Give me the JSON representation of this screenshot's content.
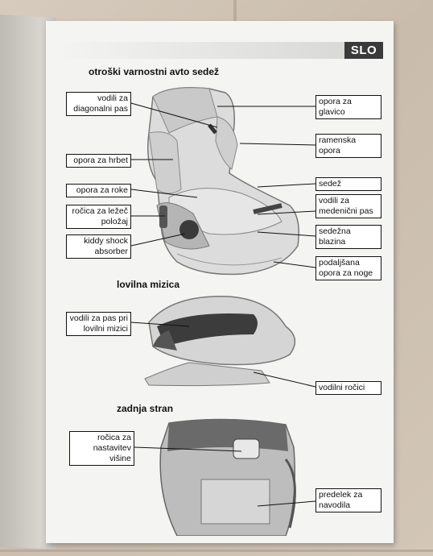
{
  "badge": "SLO",
  "sections": {
    "seat_title": "otroški varnostni avto sedež",
    "table_title": "lovilna mizica",
    "back_title": "zadnja stran"
  },
  "labels": {
    "vodili_diag": "vodili za diagonalni pas",
    "opora_hrbet": "opora za hrbet",
    "opora_roke": "opora za roke",
    "rocica_lezec": "ročica za ležeč položaj",
    "kiddy_shock": "kiddy shock absorber",
    "opora_glavico": "opora za glavico",
    "ramenska": "ramenska opora",
    "sedez": "sedež",
    "vodili_medenicni": "vodili za medenični pas",
    "sedezna_blazina": "sedežna blazina",
    "podaljsana": "podaljšana opora za noge",
    "vodili_mizici": "vodili za pas pri lovilni mizici",
    "vodilni_rocici": "vodilni ročici",
    "rocica_nastavitev": "ročica za nastavitev višine",
    "predelek": "predelek za navodila"
  }
}
